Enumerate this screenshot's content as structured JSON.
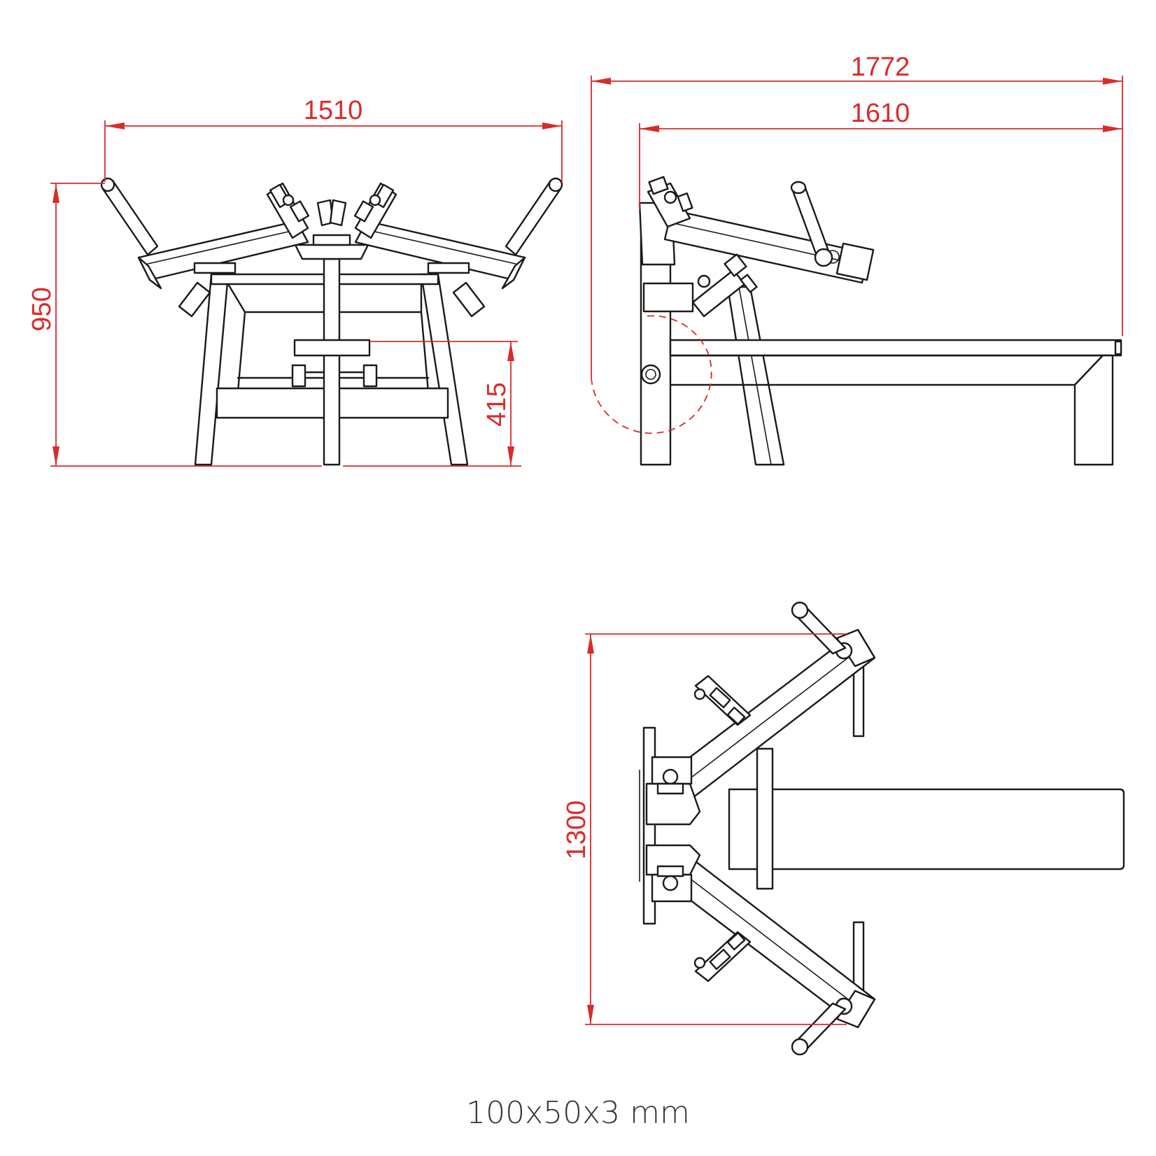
{
  "dimensions": {
    "front_width": "1510",
    "front_height": "950",
    "seat_height": "415",
    "side_total_length": "1772",
    "side_frame_length": "1610",
    "top_depth": "1300"
  },
  "caption": "100x50x3 mm",
  "colors": {
    "dimension": "#d92b2b",
    "line": "#1a1a1a",
    "caption": "#333333",
    "background": "#ffffff"
  }
}
